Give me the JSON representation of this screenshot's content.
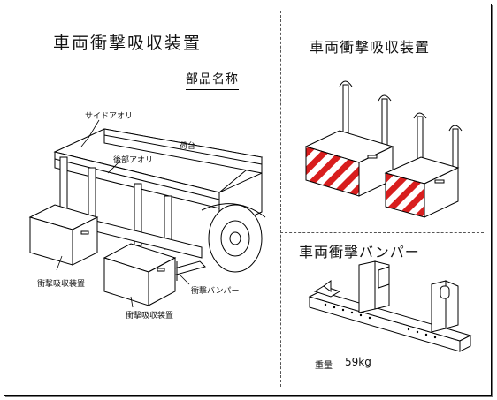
{
  "main_title": "車両衝撃吸収装置",
  "parts_subtitle": "部品名称",
  "labels": {
    "side_gate": "サイドアオリ",
    "rear_gate": "後部アオリ",
    "cargo_bed": "荷台",
    "absorber_left": "衝撃吸収装置",
    "absorber_right": "衝撃吸収装置",
    "bumper": "衝撃バンパー"
  },
  "right_top": {
    "title": "車両衝撃吸収装置"
  },
  "right_bottom": {
    "title": "車両衝撃バンパー",
    "weight_label": "重量",
    "weight_value": "59kg"
  },
  "colors": {
    "stripe_red": "#d81e1e",
    "line": "#000000"
  }
}
